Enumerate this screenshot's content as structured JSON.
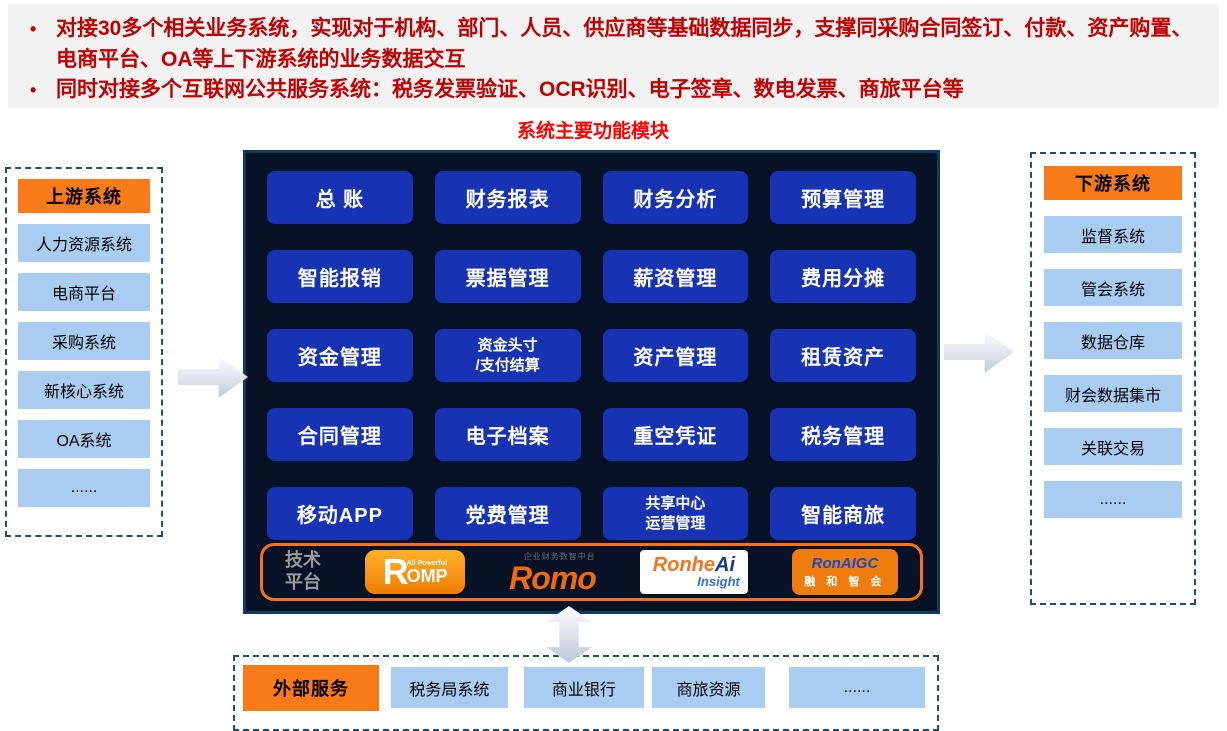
{
  "intro": {
    "bullets": [
      "对接30多个相关业务系统，实现对于机构、部门、人员、供应商等基础数据同步，支撑同采购合同签订、付款、资产购置、电商平台、OA等上下游系统的业务数据交互",
      "同时对接多个互联网公共服务系统：税务发票验证、OCR识别、电子签章、数电发票、商旅平台等"
    ]
  },
  "diagram": {
    "title": "系统主要功能模块"
  },
  "modules": [
    "总 账",
    "财务报表",
    "财务分析",
    "预算管理",
    "智能报销",
    "票据管理",
    "薪资管理",
    "费用分摊",
    "资金管理",
    "资金头寸\n/支付结算",
    "资产管理",
    "租赁资产",
    "合同管理",
    "电子档案",
    "重空凭证",
    "税务管理",
    "移动APP",
    "党费管理",
    "共享中心\n运营管理",
    "智能商旅"
  ],
  "tech": {
    "label": "技术\n平台",
    "romp": {
      "big_r": "R",
      "top": "All Powerful",
      "bottom": "OMP"
    },
    "romo": {
      "tagline": "企业财务数智中台",
      "name": "Romo"
    },
    "ronheai": {
      "part1": "Ronhe",
      "part2": "Ai",
      "sub": "Insight"
    },
    "ronaigc": {
      "name": "RonAIGC",
      "sub": "融 和 智 会"
    }
  },
  "upstream": {
    "header": "上游系统",
    "items": [
      "人力资源系统",
      "电商平台",
      "采购系统",
      "新核心系统",
      "OA系统",
      "......"
    ]
  },
  "downstream": {
    "header": "下游系统",
    "items": [
      "监督系统",
      "管会系统",
      "数据仓库",
      "财会数据集市",
      "关联交易",
      "......"
    ]
  },
  "external": {
    "header": "外部服务",
    "items": [
      "税务局系统",
      "商业银行",
      "商旅资源",
      "......"
    ]
  },
  "colors": {
    "bullet_text": "#c00000",
    "title_red": "#ff0000",
    "module_blue": "#1733b4",
    "main_box_bg": "#081226",
    "main_box_border": "#0d3a5e",
    "light_blue_item": "#a9cdf0",
    "orange_header": "#f87b17",
    "tech_bar_border": "#f97316",
    "dashed_border": "#1f4e79"
  }
}
